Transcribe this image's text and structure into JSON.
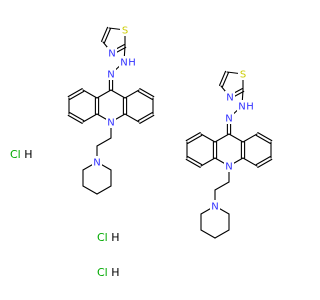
{
  "atoms": {
    "sulfur": {
      "text": "S",
      "color": "#CCCC00"
    },
    "nitrogen": {
      "text": "N",
      "color": "#3333FF"
    },
    "hydrazine_h": {
      "text": "H",
      "color": "#3333FF"
    }
  },
  "salts": {
    "hcl": "Cl H",
    "color_cl": "#00AA00",
    "color_h": "#000000",
    "count": 3
  },
  "molecule_count": 2
}
